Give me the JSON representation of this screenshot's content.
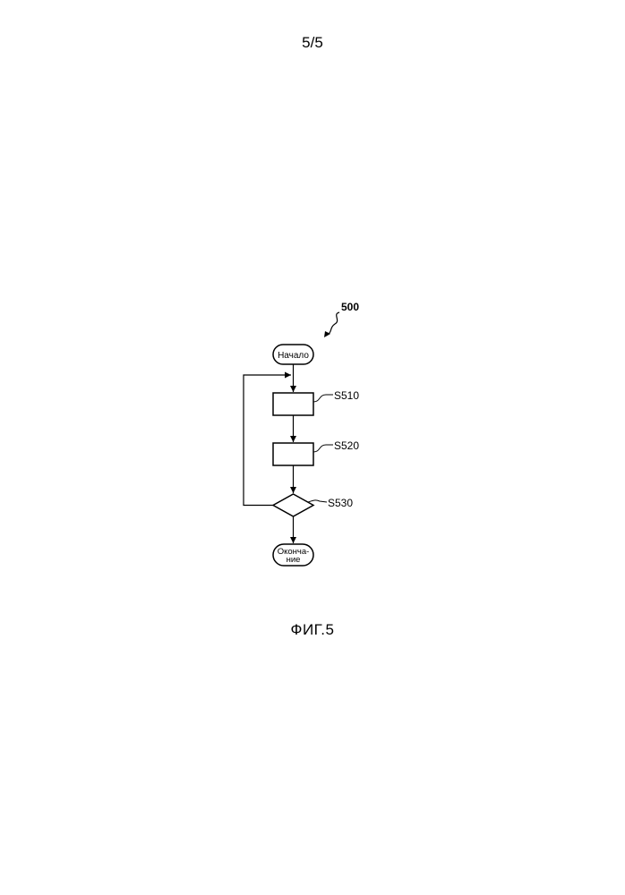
{
  "header": {
    "page_number": "5/5"
  },
  "diagram": {
    "reference_number": "500",
    "start_label": "Начало",
    "end_label_line1": "Оконча-",
    "end_label_line2": "ние",
    "steps": [
      {
        "id": "S510"
      },
      {
        "id": "S520"
      },
      {
        "id": "S530"
      }
    ]
  },
  "footer": {
    "figure_caption": "ФИГ.5"
  }
}
